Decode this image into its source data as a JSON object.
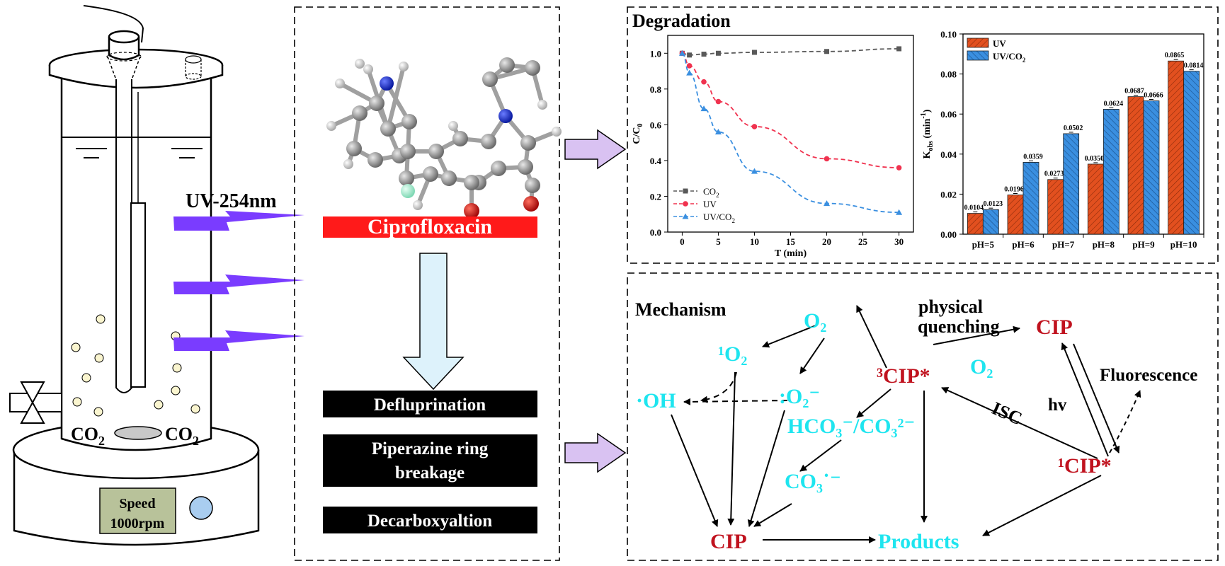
{
  "reactor": {
    "uv_label": "UV-254nm",
    "gas_left": "CO",
    "gas_right": "CO",
    "gas_sub": "2",
    "speed_line1": "Speed",
    "speed_line2": "1000rpm"
  },
  "middle": {
    "molecule_name": "Ciprofloxacin",
    "steps": [
      "Defluprination",
      "Piperazine ring",
      "breakage",
      "Decarboxyaltion"
    ]
  },
  "degradation": {
    "title": "Degradation",
    "line_chart": {
      "type": "line",
      "xlabel": "T (min)",
      "ylabel": "C/C",
      "ylabel_sub": "0",
      "xlim": [
        -2,
        32
      ],
      "ylim": [
        0,
        1.1
      ],
      "xticks": [
        "0",
        "5",
        "10",
        "15",
        "20",
        "25",
        "30"
      ],
      "yticks": [
        "0.0",
        "0.2",
        "0.4",
        "0.6",
        "0.8",
        "1.0"
      ],
      "x": [
        0,
        1,
        3,
        5,
        10,
        20,
        30
      ],
      "series": [
        {
          "name": "CO",
          "sub": "2",
          "marker": "square",
          "color": "#595959",
          "values": [
            1.0,
            0.99,
            0.995,
            1.0,
            1.005,
            1.01,
            1.025
          ]
        },
        {
          "name": "UV",
          "sub": "",
          "marker": "circle",
          "color": "#f0324f",
          "values": [
            1.0,
            0.93,
            0.84,
            0.73,
            0.59,
            0.41,
            0.36
          ]
        },
        {
          "name": "UV/CO",
          "sub": "2",
          "marker": "triangle",
          "color": "#3a8fe0",
          "values": [
            1.0,
            0.89,
            0.69,
            0.56,
            0.34,
            0.16,
            0.11
          ]
        }
      ]
    },
    "bar_chart": {
      "type": "bar",
      "ylabel": "K",
      "ylabel_sub": "obs",
      "ylabel_unit": " (min",
      "ylabel_sup": "-1",
      "ylabel_close": ")",
      "ylim": [
        0,
        0.1
      ],
      "yticks": [
        "0.00",
        "0.02",
        "0.04",
        "0.06",
        "0.08",
        "0.10"
      ],
      "categories": [
        "pH=5",
        "pH=6",
        "pH=7",
        "pH=8",
        "pH=9",
        "pH=10"
      ],
      "series": [
        {
          "name": "UV",
          "sub": "",
          "color": "#e2501f",
          "values": [
            0.0104,
            0.0196,
            0.0273,
            0.035,
            0.0687,
            0.0865
          ],
          "labels": [
            "0.0104",
            "0.0196",
            "0.0273",
            "0.0350",
            "0.0687",
            "0.0865"
          ]
        },
        {
          "name": "UV/CO",
          "sub": "2",
          "color": "#3a8fe0",
          "values": [
            0.0123,
            0.0359,
            0.0502,
            0.0624,
            0.0666,
            0.0814
          ],
          "labels": [
            "0.0123",
            "0.0359",
            "0.0502",
            "0.0624",
            "0.0666",
            "0.0814"
          ]
        }
      ]
    }
  },
  "mechanism": {
    "title": "Mechanism",
    "o2_top": "O₂",
    "singlet_o2": "¹O₂",
    "superoxide": ":O₂⁻",
    "hydroxyl": "·OH",
    "triplet_cip": "³CIP*",
    "carbonate_pair": "HCO₃⁻/CO₃²⁻",
    "carbonate_radical": "CO₃˙⁻",
    "cip_bottom": "CIP",
    "products": "Products",
    "physical": "physical",
    "quenching": "quenching",
    "o2_mid": "O₂",
    "cip_top": "CIP",
    "fluorescence": "Fluorescence",
    "hv": "hv",
    "isc": "ISC",
    "singlet_cip": "¹CIP*"
  },
  "colors": {
    "cyan": "#1ee5ef",
    "dark_red": "#c0121e",
    "purple": "#7a3cff",
    "arrow_fill": "#d9c2f2",
    "down_arrow_fill": "#ddf2fb",
    "label_red": "#ff1a1a"
  }
}
